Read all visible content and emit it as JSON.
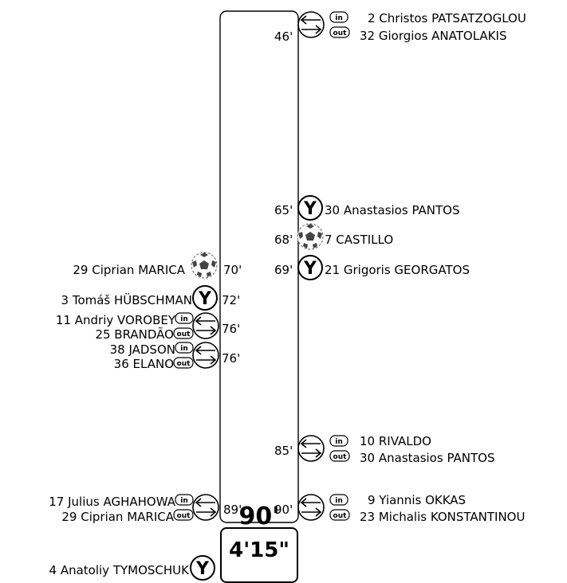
{
  "final_time": "90'",
  "added_time": "4'15\"",
  "icon_text": {
    "card": "Y",
    "sub_in": "in",
    "sub_out": "out"
  },
  "events": {
    "home_sub_46": {
      "time": "46'",
      "in": "2 Christos PATSATZOGLOU",
      "out": "32 Giorgios ANATOLAKIS"
    },
    "home_card_65": {
      "time": "65'",
      "player": "30 Anastasios PANTOS"
    },
    "home_goal_68": {
      "time": "68'",
      "player": "7  CASTILLO"
    },
    "away_goal_70": {
      "time": "70'",
      "player": "29 Ciprian MARICA"
    },
    "home_card_69": {
      "time": "69'",
      "player": "21 Grigoris GEORGATOS"
    },
    "away_card_72": {
      "time": "72'",
      "player": "3 Tomáš HÜBSCHMAN"
    },
    "away_sub_76a": {
      "time": "76'",
      "in": "11 Andriy VOROBEY",
      "out": "25  BRANDÃO"
    },
    "away_sub_76b": {
      "time": "76'",
      "in": "38  JADSON",
      "out": "36  ELANO"
    },
    "home_sub_85": {
      "time": "85'",
      "in": "10  RIVALDO",
      "out": "30 Anastasios PANTOS"
    },
    "away_sub_89": {
      "time": "89'",
      "in": "17 Julius AGHAHOWA",
      "out": "29 Ciprian MARICA"
    },
    "home_sub_90": {
      "time": "90'",
      "in": "9 Yiannis OKKAS",
      "out": "23 Michalis KONSTANTINOU"
    },
    "away_card_extra": {
      "player": "4 Anatoliy TYMOSCHUK"
    }
  }
}
